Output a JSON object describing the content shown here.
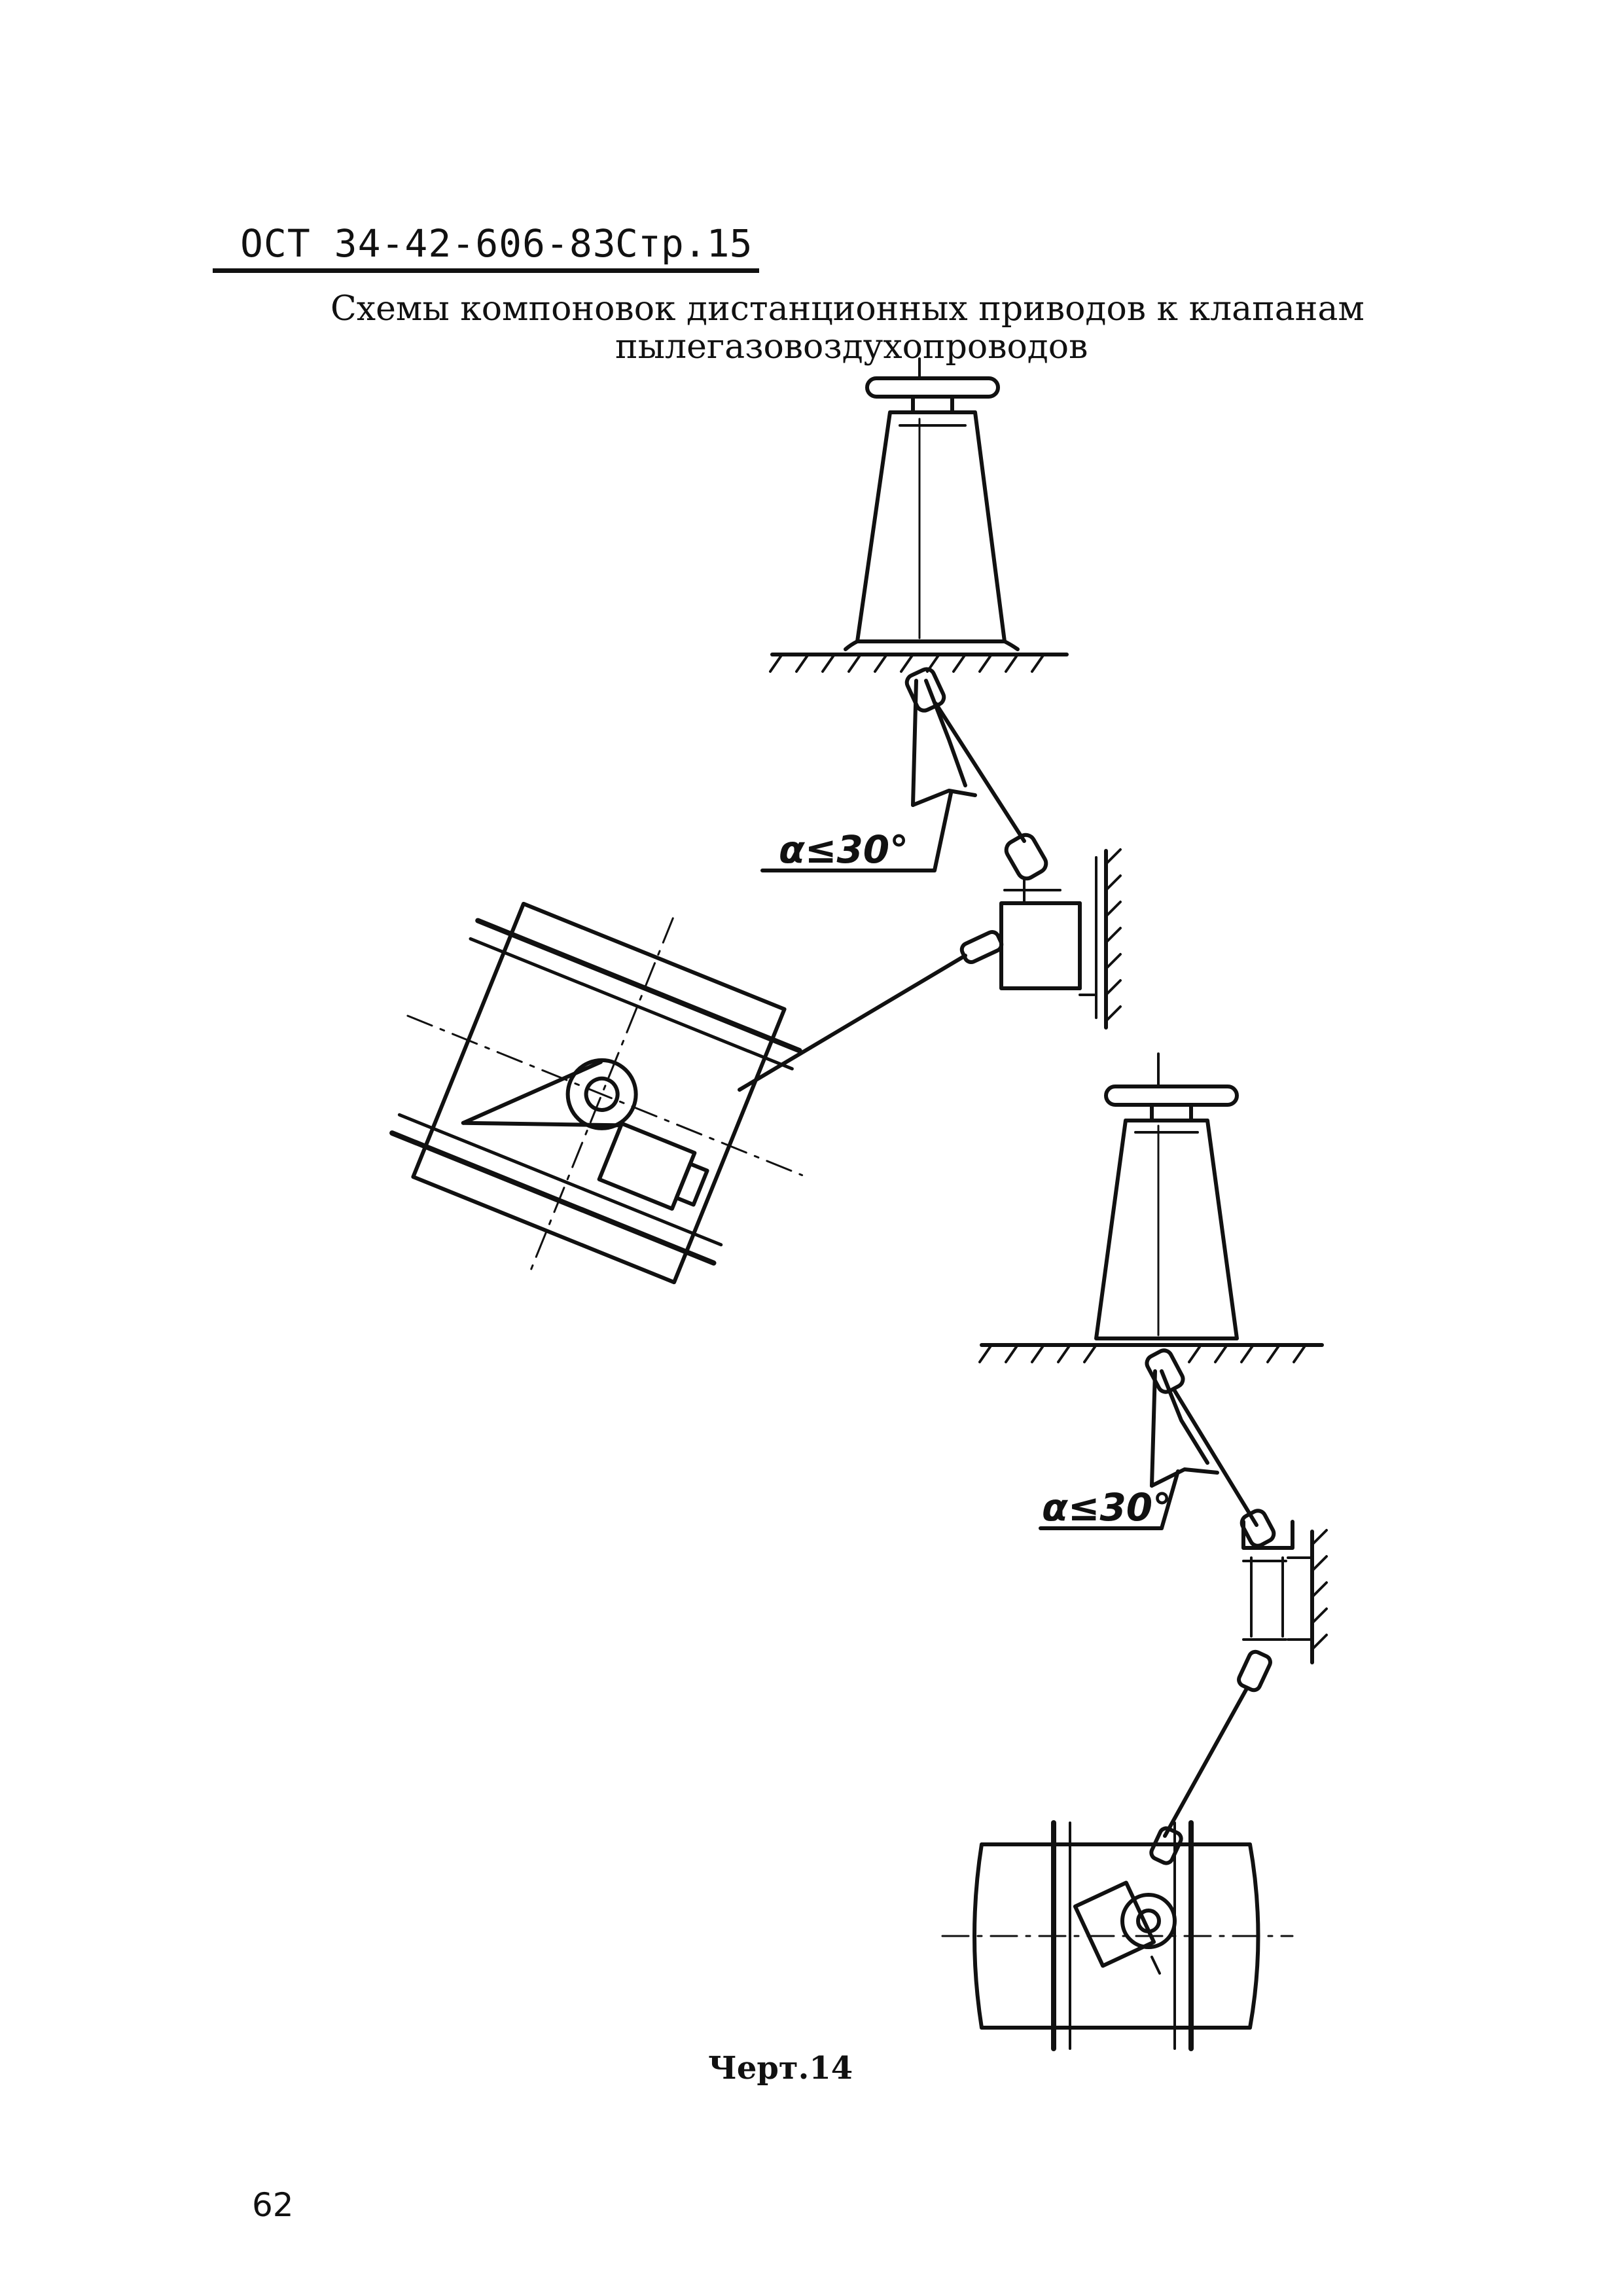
{
  "header": {
    "standard_code": "ОСТ 34-42-606-83",
    "page_ref": "Стр.15"
  },
  "title": {
    "line1": "Схемы компоновок дистанционных приводов к клапанам",
    "line2": "пылегазовоздухопроводов"
  },
  "drawing": {
    "angle_label_upper": "α≤30°",
    "angle_label_lower": "α≤30°"
  },
  "caption": "Черт.14",
  "page_number": "62"
}
